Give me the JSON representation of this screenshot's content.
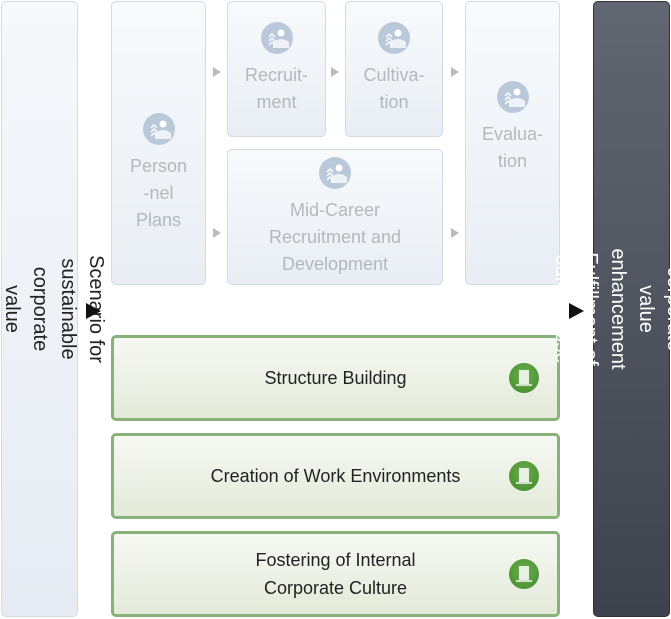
{
  "left_panel": {
    "text": "Scenario for sustainable corporate\nvalue enhancement"
  },
  "right_panel": {
    "text": "Sustainable corporate value enhancement\nFulfillment of our Purpose"
  },
  "stages": {
    "personnel_plans": {
      "label": "Person\n-nel\nPlans",
      "icon": "person-landscape-icon"
    },
    "recruitment": {
      "label": "Recruit-\nment",
      "icon": "person-landscape-icon"
    },
    "cultivation": {
      "label": "Cultiva-\ntion",
      "icon": "person-landscape-icon"
    },
    "mid_career": {
      "label": "Mid-Career\nRecruitment and\nDevelopment",
      "icon": "person-landscape-icon"
    },
    "evaluation": {
      "label": "Evalua-\ntion",
      "icon": "person-landscape-icon"
    }
  },
  "pillars": [
    {
      "label": "Structure Building",
      "icon": "building-icon"
    },
    {
      "label": "Creation of Work Environments",
      "icon": "building-icon"
    },
    {
      "label": "Fostering of Internal\nCorporate Culture",
      "icon": "building-icon"
    }
  ],
  "colors": {
    "pillar_border": "#88b27a",
    "pillar_icon": "#4f9a38",
    "right_panel_bg": "#4a4e58",
    "stage_icon": "#b9c9da"
  }
}
